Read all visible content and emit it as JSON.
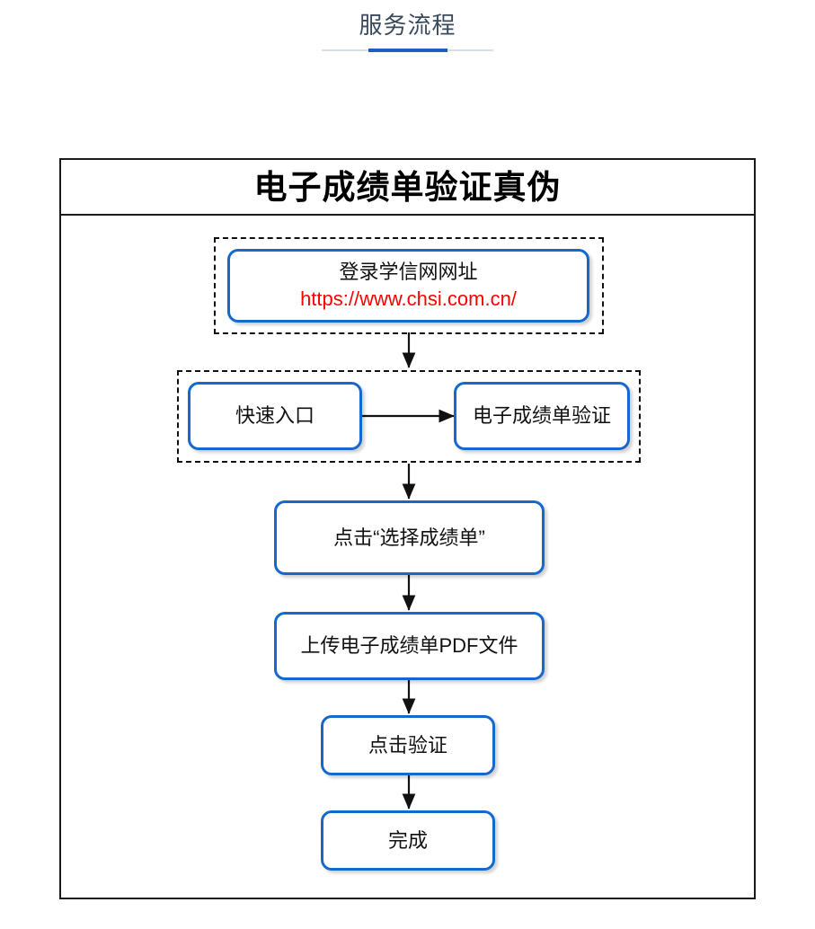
{
  "header": {
    "title": "服务流程"
  },
  "flow": {
    "title": "电子成绩单验证真伪",
    "nodes": {
      "login": {
        "line1": "登录学信网网址",
        "url": "https://www.chsi.com.cn/"
      },
      "quick_entry": {
        "label": "快速入口"
      },
      "verify_entry": {
        "label": "电子成绩单验证"
      },
      "select_report": {
        "label": "点击“选择成绩单”"
      },
      "upload_pdf": {
        "label": "上传电子成绩单PDF文件"
      },
      "click_verify": {
        "label": "点击验证"
      },
      "done": {
        "label": "完成"
      }
    }
  },
  "colors": {
    "node_border": "#1669cc",
    "accent": "#1f5fbf",
    "url_text": "#ff0000",
    "frame": "#1a1a1a",
    "header_text": "#3a4a5e",
    "header_rule": "#d5e0ea"
  }
}
